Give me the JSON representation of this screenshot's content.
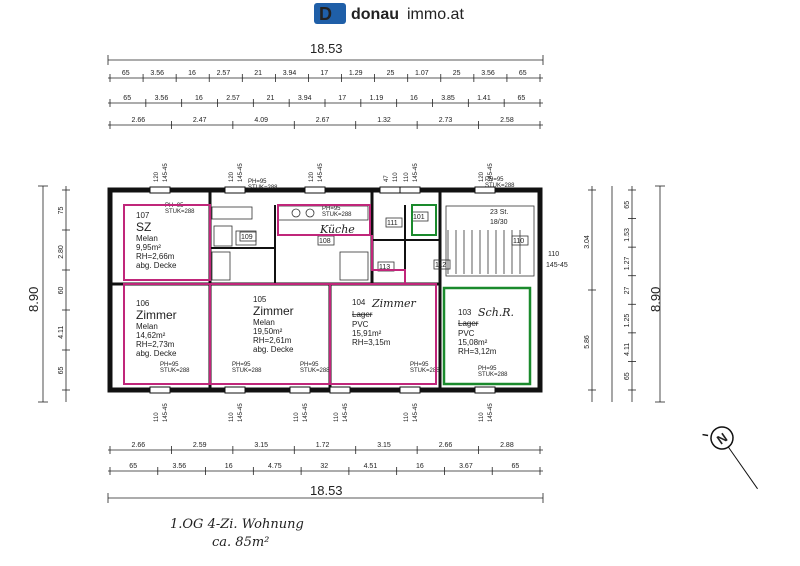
{
  "brand": {
    "name_prefix": "donau",
    "name_suffix": "immo.at",
    "logo_letter": "D",
    "logo_color": "#1f5fa8"
  },
  "dims_top": {
    "total": "18.53",
    "row1": [
      "65",
      "3.56",
      "16",
      "2.57",
      "21",
      "3.94",
      "17",
      "1.29",
      "25",
      "1.07",
      "25",
      "3.56",
      "65"
    ],
    "row2": [
      "65",
      "3.56",
      "16",
      "2.57",
      "21",
      "3.94",
      "17",
      "1.19",
      "16",
      "3.85",
      "1.41",
      "65"
    ],
    "row3": [
      "2.66",
      "2.47",
      "4.09",
      "2.67",
      "1.32",
      "2.73",
      "2.58"
    ]
  },
  "dims_bottom": {
    "total": "18.53",
    "row1": [
      "2.66",
      "2.59",
      "3.15",
      "1.72",
      "3.15",
      "2.66",
      "2.88"
    ],
    "row2": [
      "65",
      "3.56",
      "16",
      "4.75",
      "32",
      "4.51",
      "16",
      "3.67",
      "65"
    ]
  },
  "dims_left": {
    "total": "8.90",
    "parts": [
      "75",
      "2.80",
      "60",
      "4.11",
      "65"
    ]
  },
  "dims_right": {
    "total": "8.90",
    "parts_a": [
      "3.04",
      "5.86"
    ],
    "parts_b": [
      "65",
      "1.53",
      "1.27",
      "27",
      "1.25",
      "4.11",
      "65"
    ]
  },
  "windows_top": [
    {
      "w": "120",
      "h": "145-45"
    },
    {
      "w": "120",
      "h": "145-45"
    },
    {
      "w": "120",
      "h": "145-45"
    },
    {
      "w": "47",
      "h": "110"
    },
    {
      "w": "110",
      "h": "145-45"
    },
    {
      "w": "120",
      "h": "145-45"
    }
  ],
  "windows_bottom": [
    {
      "w": "110",
      "h": "145-45"
    },
    {
      "w": "110",
      "h": "145-45"
    },
    {
      "w": "110",
      "h": "145-45"
    },
    {
      "w": "110",
      "h": "145-45"
    },
    {
      "w": "110",
      "h": "145-45"
    },
    {
      "w": "110",
      "h": "145-45"
    }
  ],
  "parapet_label": "PH=95",
  "lintel_label": "STUK=288",
  "rooms": [
    {
      "num": "107",
      "name": "SZ",
      "floor": "Melan",
      "area": "9,95m²",
      "height": "RH=2,66m",
      "ceiling": "abg. Decke",
      "color": "#c0267a"
    },
    {
      "num": "106",
      "name": "Zimmer",
      "floor": "Melan",
      "area": "14,62m²",
      "height": "RH=2,73m",
      "ceiling": "abg. Decke",
      "color": "#c0267a"
    },
    {
      "num": "105",
      "name": "Zimmer",
      "floor": "Melan",
      "area": "19,50m²",
      "height": "RH=2,61m",
      "ceiling": "abg. Decke",
      "color": "#c0267a"
    },
    {
      "num": "104",
      "name": "Lager",
      "hand_name": "Zimmer",
      "floor": "PVC",
      "area": "15,91m²",
      "height": "RH=3,15m",
      "color": "#c0267a"
    },
    {
      "num": "103",
      "name": "Lager",
      "hand_name": "Sch.R.",
      "floor": "PVC",
      "area": "15,08m²",
      "height": "RH=3,12m",
      "color": "#1a8a2c"
    }
  ],
  "kitchen_label": "Küche",
  "stairs": {
    "label": "23 St.",
    "ratio": "18/30"
  },
  "small_rooms": [
    "109",
    "108",
    "111",
    "112",
    "113",
    "110",
    "101"
  ],
  "side_door": {
    "w": "110",
    "h": "145-45"
  },
  "compass_label": "N",
  "handwritten": {
    "line1": "1.OG  4-Zi. Wohnung",
    "line2": "ca. 85m²",
    "color": "#c0267a"
  }
}
